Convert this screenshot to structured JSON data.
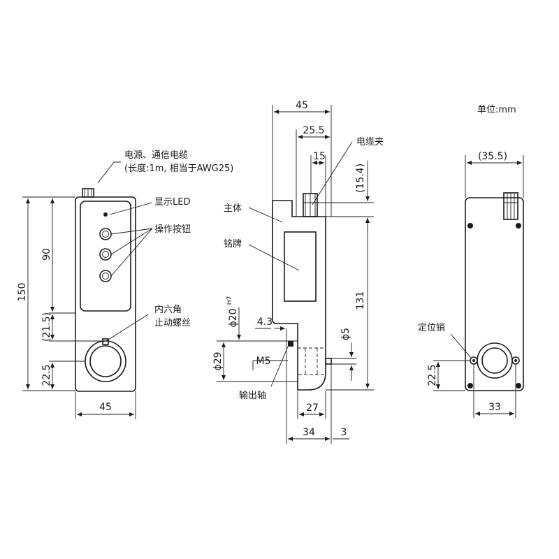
{
  "unit_label": "单位:mm",
  "labels": {
    "cable": "电源、通信电缆",
    "cable_note": "(长度:1m, 相当于AWG25)",
    "led": "显示LED",
    "buttons": "操作按钮",
    "hex_screw_1": "内六角",
    "hex_screw_2": "止动螺丝",
    "cable_clamp": "电缆夹",
    "main_body": "主体",
    "nameplate": "铭牌",
    "output_shaft": "输出轴",
    "locating_pin": "定位销"
  },
  "dimensions": {
    "front_height": "150",
    "front_upper": "90",
    "front_mid": "(21.5)",
    "front_lower": "22.5",
    "front_width": "45",
    "side_width": "45",
    "side_25_5": "25.5",
    "side_15": "15",
    "side_15_4": "(15.4)",
    "side_131": "131",
    "side_phi20": "ϕ20",
    "side_h7": "H7",
    "side_4_3": "4.3",
    "side_phi5": "ϕ5",
    "side_phi29": "ϕ29",
    "side_m5": "M5",
    "side_27": "27",
    "side_34": "34",
    "side_3": "3",
    "rear_35_5": "(35.5)",
    "rear_22_5": "22.5",
    "rear_33": "33"
  }
}
